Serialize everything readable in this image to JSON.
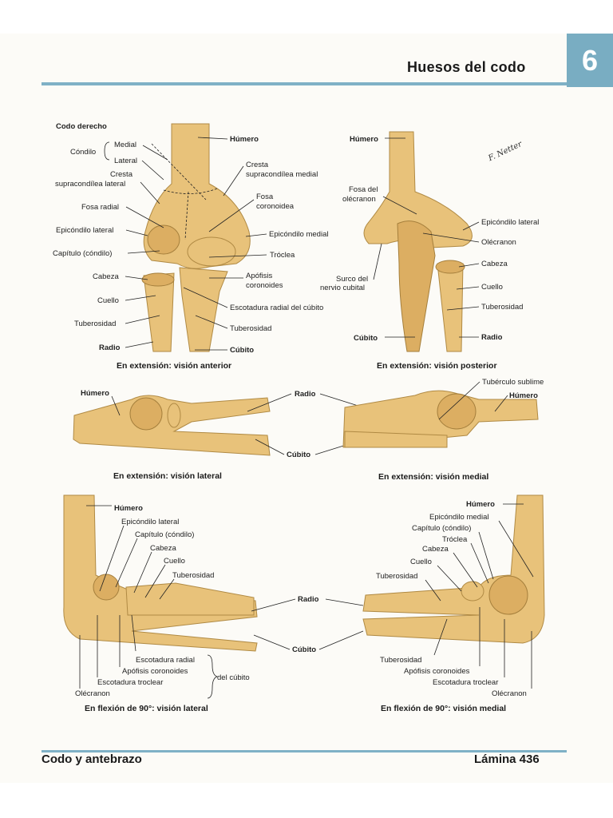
{
  "header": {
    "title": "Huesos del codo",
    "chapter": "6"
  },
  "footer": {
    "left": "Codo y antebrazo",
    "right": "Lámina 436"
  },
  "panel1": {
    "heading": "Codo derecho",
    "condilo": "Cóndilo",
    "medial": "Medial",
    "lateral": "Lateral",
    "cresta_lat_1": "Cresta",
    "cresta_lat_2": "supracondílea lateral",
    "fosa_radial": "Fosa radial",
    "epicondilo_lateral": "Epicóndilo lateral",
    "capitulo": "Capítulo (cóndilo)",
    "cabeza": "Cabeza",
    "cuello": "Cuello",
    "tuberosidad": "Tuberosidad",
    "radio": "Radio",
    "humero": "Húmero",
    "cresta_med_1": "Cresta",
    "cresta_med_2": "supracondílea medial",
    "fosa_cor_1": "Fosa",
    "fosa_cor_2": "coronoidea",
    "epicondilo_medial": "Epicóndilo medial",
    "troclea": "Tróclea",
    "apofisis_1": "Apófisis",
    "apofisis_2": "coronoides",
    "escotadura_radial": "Escotadura radial del cúbito",
    "tuberosidad_r": "Tuberosidad",
    "cubito": "Cúbito",
    "caption": "En extensión: visión anterior"
  },
  "panel2": {
    "humero": "Húmero",
    "fosa_olec_1": "Fosa del",
    "fosa_olec_2": "olécranon",
    "surco_1": "Surco del",
    "surco_2": "nervio cubital",
    "cubito": "Cúbito",
    "epicondilo_lateral": "Epicóndilo lateral",
    "olecranon": "Olécranon",
    "cabeza": "Cabeza",
    "cuello": "Cuello",
    "tuberosidad": "Tuberosidad",
    "radio": "Radio",
    "signature": "F. Netter",
    "caption": "En extensión: visión posterior"
  },
  "panel3": {
    "humero": "Húmero",
    "caption": "En extensión: visión lateral"
  },
  "center_mid": {
    "radio": "Radio",
    "cubito": "Cúbito"
  },
  "panel4": {
    "tuberculo": "Tubérculo sublime",
    "humero": "Húmero",
    "caption": "En extensión: visión medial"
  },
  "panel5": {
    "humero": "Húmero",
    "epicondilo_lateral": "Epicóndilo lateral",
    "capitulo": "Capítulo (cóndilo)",
    "cabeza": "Cabeza",
    "cuello": "Cuello",
    "tuberosidad": "Tuberosidad",
    "escotadura_radial": "Escotadura radial",
    "apofisis": "Apófisis coronoides",
    "escotadura_troclear": "Escotadura troclear",
    "olecranon": "Olécranon",
    "del_cubito": "del cúbito",
    "caption": "En flexión de 90°: visión lateral"
  },
  "center_low": {
    "radio": "Radio",
    "cubito": "Cúbito"
  },
  "panel6": {
    "humero": "Húmero",
    "epicondilo_medial": "Epicóndilo medial",
    "capitulo": "Capítulo (cóndilo)",
    "troclea": "Tróclea",
    "cabeza": "Cabeza",
    "cuello": "Cuello",
    "tuberosidad_top": "Tuberosidad",
    "tuberosidad": "Tuberosidad",
    "apofisis": "Apófisis coronoides",
    "escotadura_troclear": "Escotadura troclear",
    "olecranon": "Olécranon",
    "caption": "En flexión de 90°: visión medial"
  },
  "colors": {
    "accent": "#79adc2",
    "bone": "#e8c27a",
    "bone_shadow": "#dcae62"
  }
}
